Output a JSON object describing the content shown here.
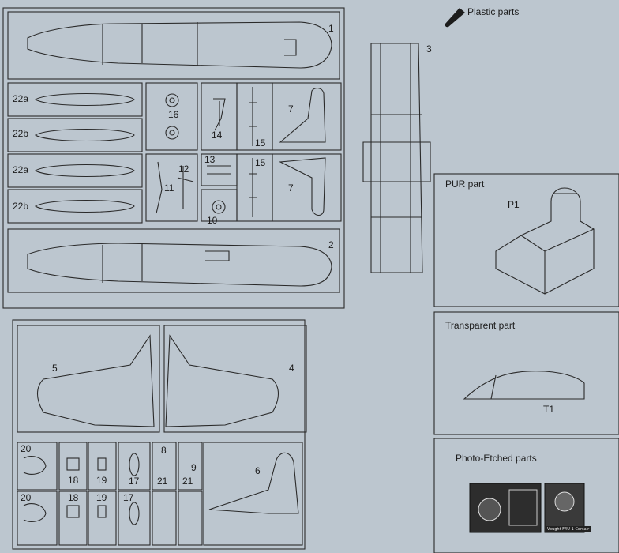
{
  "legend": {
    "plastic_parts": "Plastic parts",
    "pur_part": "PUR part",
    "transparent_part": "Transparent part",
    "photo_etched_parts": "Photo-Etched parts"
  },
  "parts": {
    "p1": "1",
    "p2": "2",
    "p3": "3",
    "p4": "4",
    "p5": "5",
    "p6": "6",
    "p7a": "7",
    "p7b": "7",
    "p8": "8",
    "p9": "9",
    "p10": "10",
    "p11": "11",
    "p12": "12",
    "p13": "13",
    "p14": "14",
    "p15a": "15",
    "p15b": "15",
    "p16": "16",
    "p17a": "17",
    "p17b": "17",
    "p18a": "18",
    "p18b": "18",
    "p19a": "19",
    "p19b": "19",
    "p20a": "20",
    "p20b": "20",
    "p21a": "21",
    "p21b": "21",
    "p22a_1": "22a",
    "p22b_1": "22b",
    "p22a_2": "22a",
    "p22b_2": "22b",
    "pur": "P1",
    "transparent": "T1"
  },
  "pe_fret_text": "Vought F4U-1 Corsair",
  "colors": {
    "paper": "#bcc6cf",
    "ink": "#2a2a2a"
  }
}
